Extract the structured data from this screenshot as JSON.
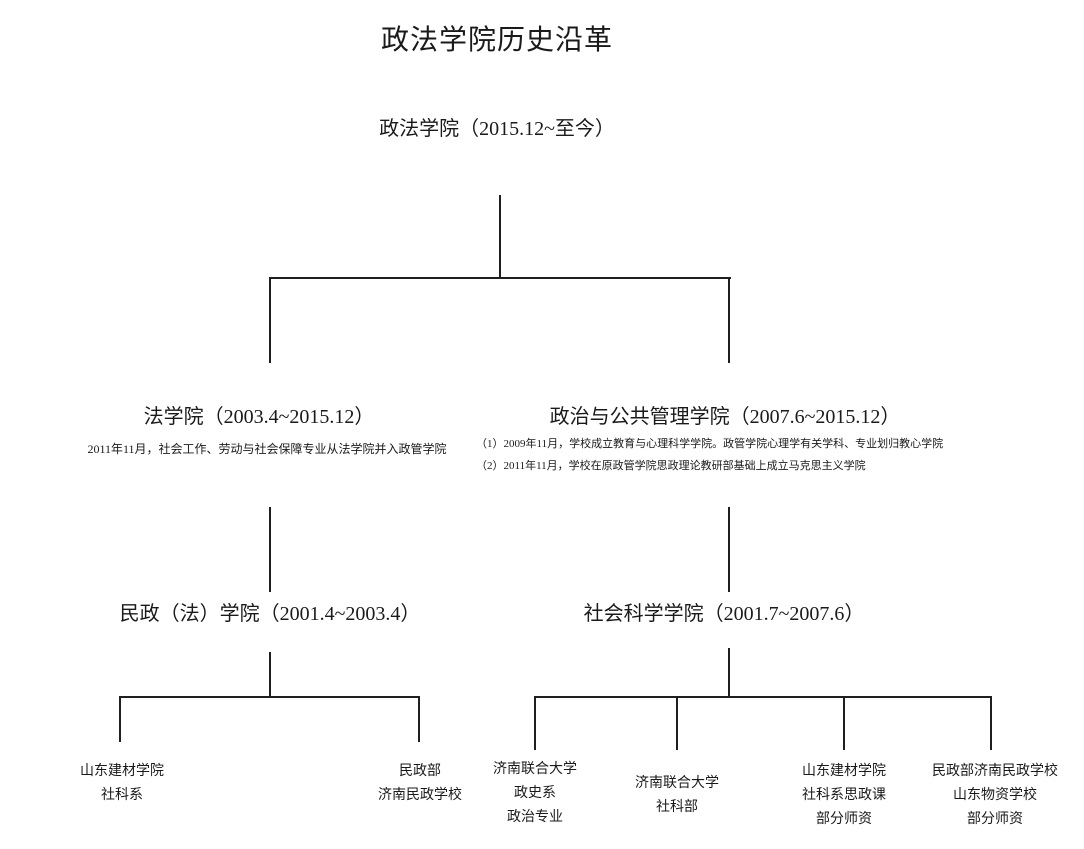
{
  "page": {
    "title": "政法学院历史沿革",
    "background_color": "#ffffff",
    "line_color": "#1f1f1f",
    "text_color": "#1a1a1a"
  },
  "root": {
    "label": "政法学院（2015.12~至今）"
  },
  "branches": {
    "law": {
      "label": "法学院（2003.4~2015.12）",
      "note": "2011年11月，社会工作、劳动与社会保障专业从法学院并入政管学院"
    },
    "politics": {
      "label": "政治与公共管理学院（2007.6~2015.12）",
      "notes": [
        "（1）2009年11月，学校成立教育与心理科学学院。政管学院心理学有关学科、专业划归教心学院",
        "（2）2011年11月，学校在原政管学院思政理论教研部基础上成立马克思主义学院"
      ]
    },
    "minzheng": {
      "label": "民政（法）学院（2001.4~2003.4）"
    },
    "social": {
      "label": "社会科学学院（2001.7~2007.6）"
    }
  },
  "leaves": [
    {
      "lines": [
        "山东建材学院",
        "社科系"
      ]
    },
    {
      "lines": [
        "民政部",
        "济南民政学校"
      ]
    },
    {
      "lines": [
        "济南联合大学",
        "政史系",
        "政治专业"
      ]
    },
    {
      "lines": [
        "济南联合大学",
        "社科部"
      ]
    },
    {
      "lines": [
        "山东建材学院",
        "社科系思政课",
        "部分师资"
      ]
    },
    {
      "lines": [
        "民政部济南民政学校",
        "山东物资学校",
        "部分师资"
      ]
    }
  ]
}
